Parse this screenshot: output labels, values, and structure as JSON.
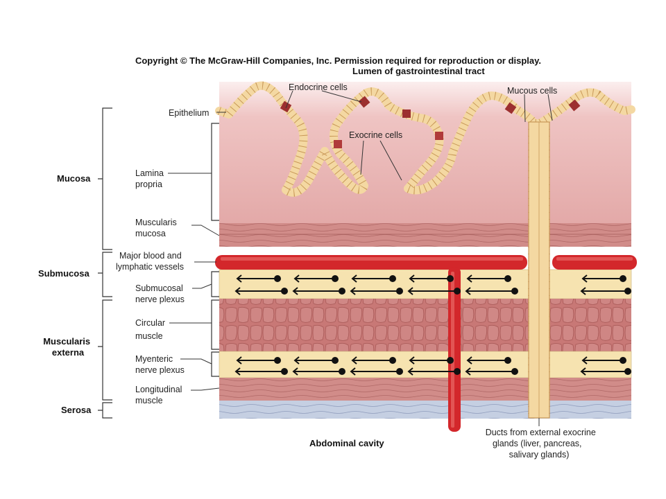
{
  "copyright": "Copyright © The McGraw-Hill Companies, Inc. Permission required for reproduction or display.",
  "lumen_label": "Lumen of gastrointestinal tract",
  "layers": {
    "mucosa": "Mucosa",
    "submucosa": "Submucosa",
    "muscularis_externa": [
      "Muscularis",
      "externa"
    ],
    "serosa": "Serosa"
  },
  "structures": {
    "epithelium": "Epithelium",
    "lamina_propria": [
      "Lamina",
      "propria"
    ],
    "muscularis_mucosa": [
      "Muscularis",
      "mucosa"
    ],
    "blood_vessels": [
      "Major blood and",
      "lymphatic vessels"
    ],
    "submucosal_plexus": [
      "Submucosal",
      "nerve plexus"
    ],
    "circular_muscle": [
      "Circular",
      "muscle"
    ],
    "myenteric_plexus": [
      "Myenteric",
      "nerve plexus"
    ],
    "longitudinal_muscle": [
      "Longitudinal",
      "muscle"
    ]
  },
  "cells": {
    "endocrine": "Endocrine cells",
    "exocrine": "Exocrine cells",
    "mucous": "Mucous cells"
  },
  "abdominal_cavity": "Abdominal cavity",
  "ducts": [
    "Ducts from external exocrine",
    "glands (liver, pancreas,",
    "salivary glands)"
  ],
  "colors": {
    "mucosa": "#e8b4b3",
    "muscle": "#c97a78",
    "nerve_band": "#f6e3b0",
    "vessel": "#d3272b",
    "serosa": "#c3cde0",
    "epithelium": "#f4d8a2"
  }
}
